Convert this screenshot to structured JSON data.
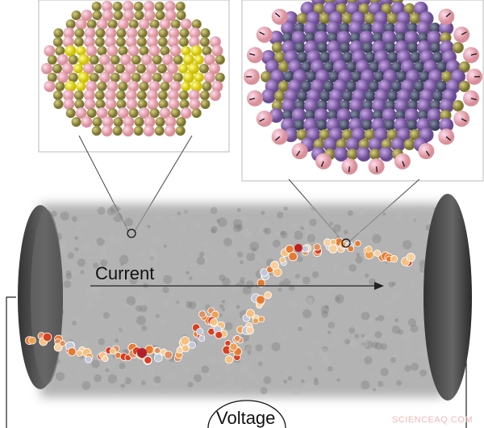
{
  "labels": {
    "current": "Current",
    "voltage": "Voltage"
  },
  "watermark": "SCIENCEAQ.COM",
  "colors": {
    "cylinder": "#8a8a8a",
    "electrode": "#444444",
    "sulfur": "#a8a050",
    "cation": "#f0b0b8",
    "ligand": "#8e6ab0",
    "path": "#e8903a"
  }
}
